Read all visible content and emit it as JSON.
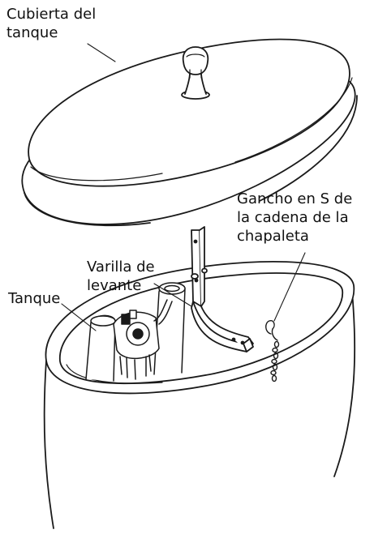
{
  "labels": {
    "lid": [
      "Cubierta del",
      "tanque"
    ],
    "hook": [
      "Gancho en S de",
      "la cadena de la",
      "chapaleta"
    ],
    "rod": [
      "Varilla de",
      "levante"
    ],
    "tank": [
      "Tanque"
    ]
  },
  "colors": {
    "line": "#1a1a1a",
    "fill": "#ffffff",
    "shade": "#d9d9d9"
  }
}
